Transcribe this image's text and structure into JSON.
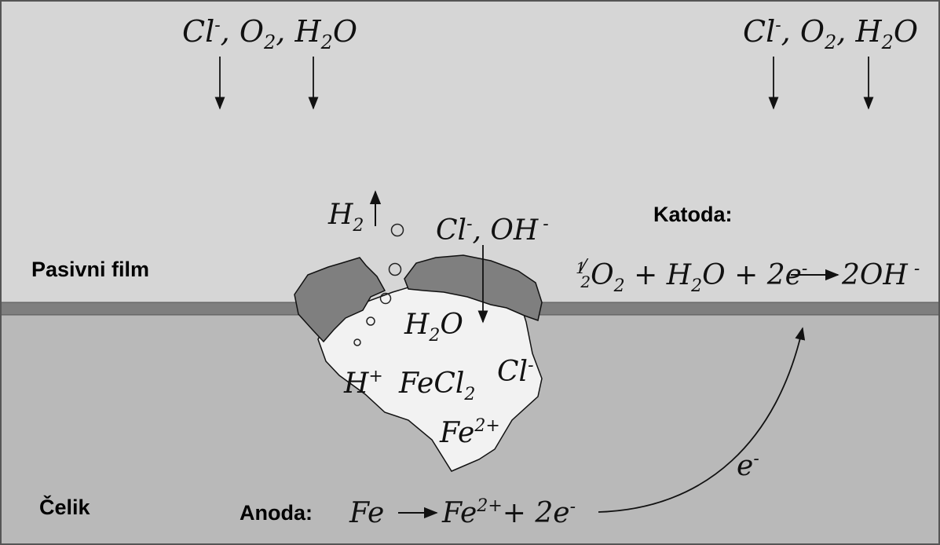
{
  "top_species_left": {
    "cl": "Cl",
    "cl_charge": "-",
    "sep1": ", ",
    "o": "O",
    "o_sub": "2",
    "sep2": ", ",
    "h": "H",
    "h_sub": "2",
    "o2": "O"
  },
  "top_species_right": {
    "cl": "Cl",
    "cl_charge": "-",
    "sep1": ", ",
    "o": "O",
    "o_sub": "2",
    "sep2": ", ",
    "h": "H",
    "h_sub": "2",
    "o2": "O"
  },
  "labels": {
    "passive_film": "Pasivni film",
    "steel": "Čelik",
    "cathode": "Katoda:",
    "anode": "Anoda:"
  },
  "hydrogen": {
    "h": "H",
    "sub": "2"
  },
  "pit_inflow": {
    "cl": "Cl",
    "cl_charge": "-",
    "sep": ", OH",
    "oh_charge": "-"
  },
  "pit_water": {
    "h": "H",
    "sub": "2",
    "o": "O"
  },
  "pit_species": {
    "h": "H",
    "h_charge": "+",
    "fecl": "FeCl",
    "fecl_sub": "2",
    "cl": "Cl",
    "cl_charge": "-",
    "fe": "Fe",
    "fe_charge": "2+"
  },
  "cathode_reaction": {
    "half_num": "1",
    "half_den": "2",
    "o": "O",
    "o_sub": "2",
    "plus1": " + H",
    "h_sub": "2",
    "o2": "O + 2e",
    "e_charge": "-",
    "product": "2OH",
    "product_charge": "-"
  },
  "anode_reaction": {
    "fe": "Fe",
    "fe2": "Fe",
    "fe2_charge": "2+",
    "rest": "+ 2e",
    "e_charge": "-"
  },
  "electron": {
    "e": "e",
    "charge": "-"
  },
  "colors": {
    "solution": "#d6d6d6",
    "steel": "#b9b9b9",
    "film": "#7f7f7f",
    "pit": "#f2f2f2"
  }
}
